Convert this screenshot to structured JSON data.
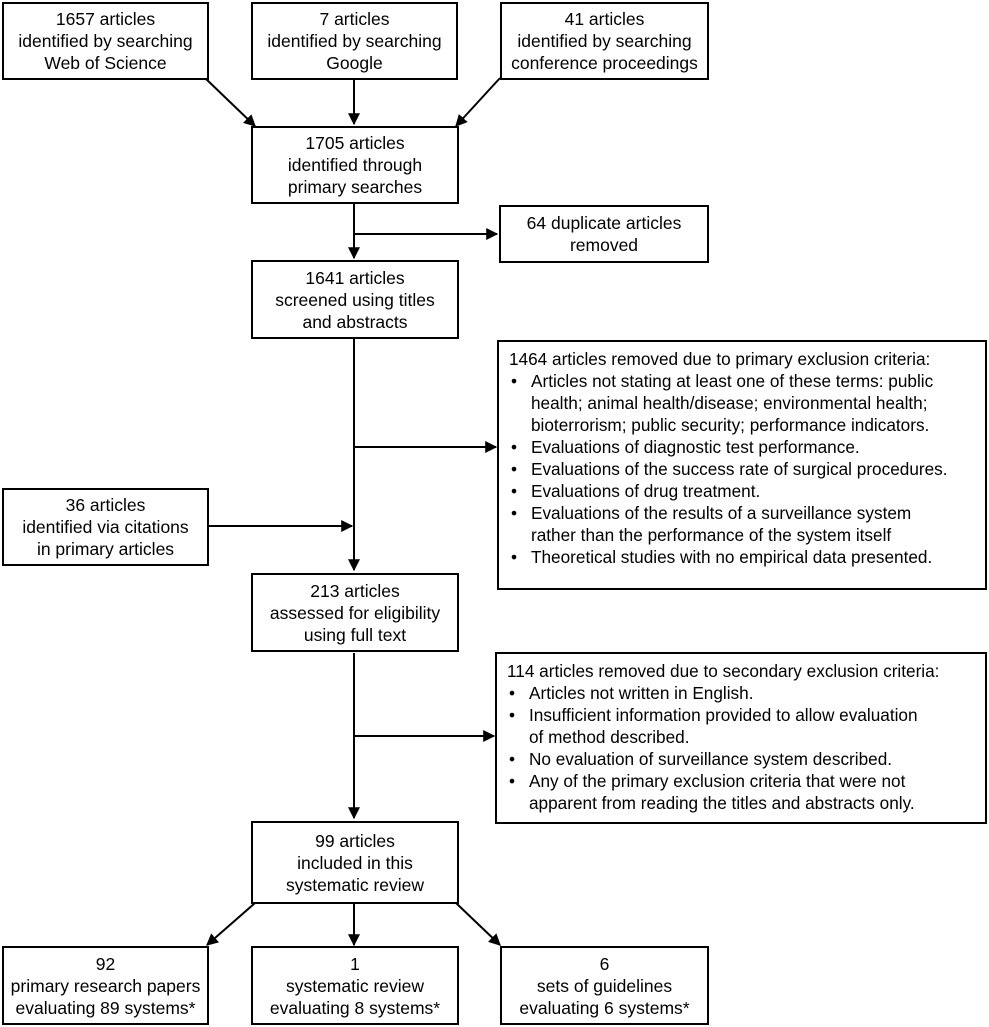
{
  "boxes": {
    "wos": [
      "1657 articles",
      "identified by searching",
      "Web of Science"
    ],
    "google": [
      "7 articles",
      "identified by searching",
      "Google"
    ],
    "conf": [
      "41 articles",
      "identified by searching",
      "conference proceedings"
    ],
    "primary": [
      "1705 articles",
      "identified through",
      "primary searches"
    ],
    "duplicates": [
      "64 duplicate articles",
      "removed"
    ],
    "screened": [
      "1641 articles",
      "screened using titles",
      "and abstracts"
    ],
    "citations": [
      "36 articles",
      "identified via citations",
      "in primary articles"
    ],
    "assessed": [
      "213 articles",
      "assessed for eligibility",
      "using full text"
    ],
    "included": [
      "99 articles",
      "included in this",
      "systematic review"
    ],
    "research": [
      "92",
      "primary research papers",
      "evaluating 89 systems*"
    ],
    "review": [
      "1",
      "systematic review",
      "evaluating 8 systems*"
    ],
    "guidelines": [
      "6",
      "sets of guidelines",
      "evaluating 6 systems*"
    ]
  },
  "exclusion_primary": {
    "heading": "1464 articles removed due to primary exclusion criteria:",
    "items": [
      [
        "Articles not stating at least one of these terms: public",
        "health; animal health/disease; environmental health;",
        "bioterrorism; public security; performance indicators."
      ],
      [
        "Evaluations of diagnostic test performance."
      ],
      [
        "Evaluations of the success rate of surgical procedures."
      ],
      [
        "Evaluations of drug treatment."
      ],
      [
        "Evaluations of the results of a surveillance system",
        "rather than the performance of the system itself"
      ],
      [
        "Theoretical studies with no empirical data presented."
      ]
    ]
  },
  "exclusion_secondary": {
    "heading": "114 articles removed due to secondary exclusion criteria:",
    "items": [
      [
        "Articles not written in English."
      ],
      [
        "Insufficient information provided to allow evaluation",
        "of method described."
      ],
      [
        "No evaluation of surveillance system described."
      ],
      [
        "Any of the primary exclusion criteria that were not",
        "apparent from reading the titles and abstracts only."
      ]
    ]
  }
}
